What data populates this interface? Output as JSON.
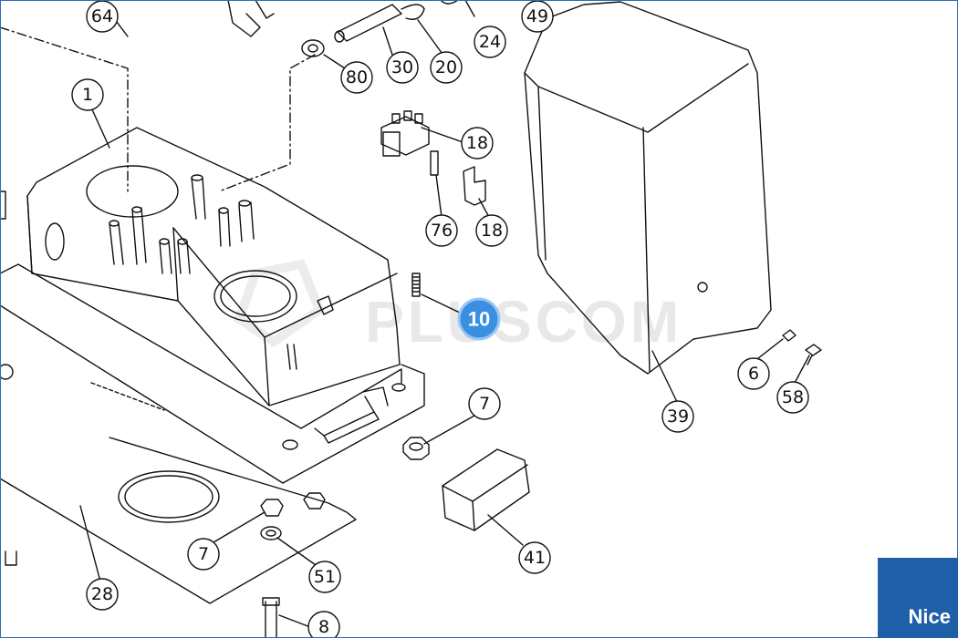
{
  "watermark": "PLUSCOM",
  "brand_logo": "Nice",
  "colors": {
    "accent": "#2a6fb5",
    "highlight": "#3a8fe0",
    "logo_bg": "#1f5fa8",
    "line": "#111111"
  },
  "callouts": [
    {
      "id": "64",
      "label": "64"
    },
    {
      "id": "49",
      "label": "49"
    },
    {
      "id": "24",
      "label": "24"
    },
    {
      "id": "30",
      "label": "30"
    },
    {
      "id": "20",
      "label": "20"
    },
    {
      "id": "80",
      "label": "80"
    },
    {
      "id": "1",
      "label": "1"
    },
    {
      "id": "18a",
      "label": "18"
    },
    {
      "id": "76",
      "label": "76"
    },
    {
      "id": "18b",
      "label": "18"
    },
    {
      "id": "39",
      "label": "39"
    },
    {
      "id": "6",
      "label": "6"
    },
    {
      "id": "58",
      "label": "58"
    },
    {
      "id": "7a",
      "label": "7"
    },
    {
      "id": "7b",
      "label": "7"
    },
    {
      "id": "41",
      "label": "41"
    },
    {
      "id": "51",
      "label": "51"
    },
    {
      "id": "28",
      "label": "28"
    },
    {
      "id": "8",
      "label": "8"
    }
  ],
  "highlight": {
    "label": "10"
  }
}
